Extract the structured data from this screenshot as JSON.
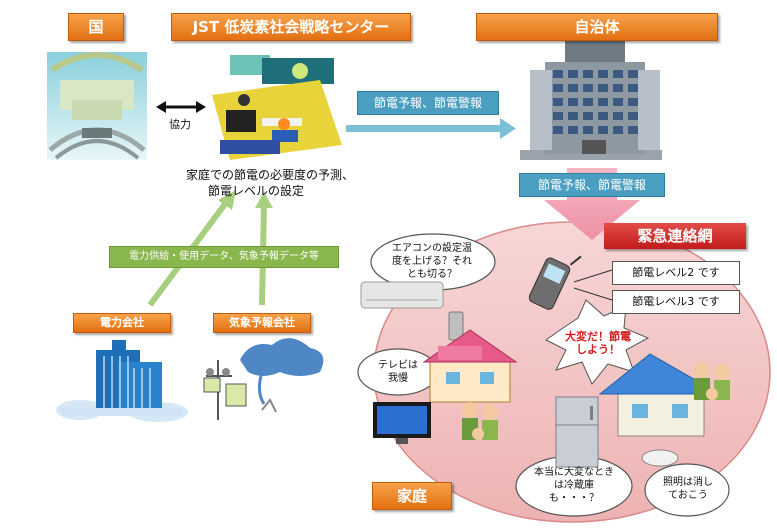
{
  "labels": {
    "country": "国",
    "jst_center": "JST 低炭素社会戦略センター",
    "local_gov": "自治体",
    "cooperation": "協力",
    "forecast_arrow": "節電予報、節電警報",
    "forecast_gov": "節電予報、節電警報",
    "center_caption_1": "家庭での節電の必要度の予測、",
    "center_caption_2": "節電レベルの設定",
    "data_supply": "電力供給・使用データ、気象予報データ等",
    "power_company": "電力会社",
    "weather_company": "気象予報会社",
    "emergency_network": "緊急連絡網",
    "level2": "節電レベル2 です",
    "level3": "節電レベル3 です",
    "household": "家庭"
  },
  "bubbles": {
    "aircon": "エアコンの設定温度を上げる？それとも切る？",
    "tv": "テレビは我慢",
    "alert": "大変だ！節電しよう！",
    "fridge": "本当に大変なときは冷蔵庫も・・・？",
    "lights": "照明は消しておこう"
  },
  "colors": {
    "orange": "#e36f12",
    "blue_box": "#4a9fc0",
    "green_box": "#8ab64e",
    "red_tag": "#c01c1c",
    "household_area": "#f4c6c6"
  }
}
